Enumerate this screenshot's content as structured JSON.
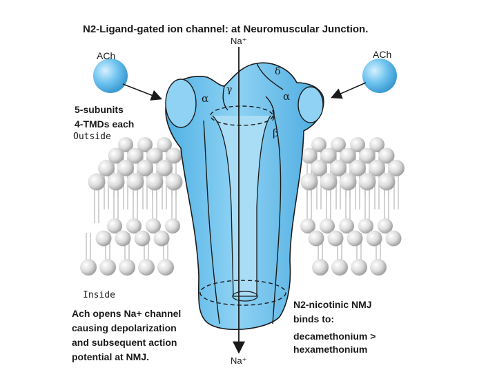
{
  "title": "N2-Ligand-gated ion channel: at Neuromuscular Junction.",
  "na_top": "Na⁺",
  "na_bottom": "Na⁺",
  "ach_left": "ACh",
  "ach_right": "ACh",
  "subunit_note": [
    "5-subunits",
    "4-TMDs each"
  ],
  "outside_label": "Outside",
  "inside_label": "Inside",
  "subunits": {
    "alpha_left": "α",
    "gamma": "γ",
    "delta": "δ",
    "alpha_right": "α",
    "beta": "β"
  },
  "left_caption": [
    "Ach opens Na+ channel",
    "causing depolarization",
    "and subsequent action",
    "potential at NMJ."
  ],
  "right_caption": [
    "N2-nicotinic NMJ",
    "binds to:",
    "decamethonium >",
    "hexamethonium"
  ],
  "colors": {
    "channel_fill": "#6fc3ec",
    "channel_light": "#a9dcf5",
    "ach_ball": "#5ab8e8",
    "lipid_head": "#d9d9d9",
    "outline": "#1a1a1a"
  }
}
